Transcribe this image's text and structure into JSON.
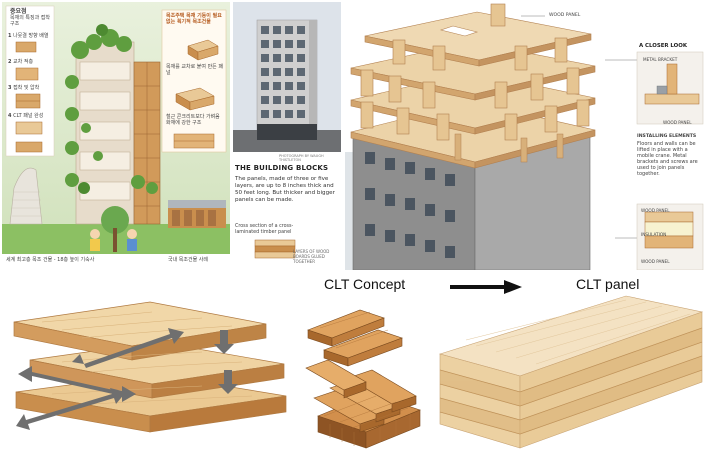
{
  "panels": {
    "korean_infographic": {
      "heading_title": "중요점",
      "heading_desc": "목재의 특징과 접착 구조",
      "steps": [
        {
          "num": "1",
          "label": "나뭇결 방향 배열"
        },
        {
          "num": "2",
          "label": "교차 적층"
        },
        {
          "num": "3",
          "label": "접착 및 압착"
        },
        {
          "num": "4",
          "label": "CLT 패널 완성"
        }
      ],
      "callout_title": "목조주택 목재 기둥이 필요 없는 획기적 목조건물",
      "callout_lines": [
        "목재를 교차로 붙여 만든 패널",
        "철근 콘크리트보다 가벼움",
        "화재에 강한 구조"
      ],
      "bottom_caption": "세계 최고층 목조 건물 - 18층 높이 기숙사",
      "bottom_caption_right": "국내 목조건물 사례"
    },
    "building_photo": {
      "photo_credit": "PHOTOGRAPH BY WAUGH THISTLETON",
      "heading": "THE BUILDING BLOCKS",
      "body": "The panels, made of three or five layers, are up to 8 inches thick and 50 feet long. But thicker and bigger panels can be made.",
      "cross_section_caption": "Cross section of a cross-laminated timber panel",
      "layers_label": "LAYERS OF WOOD BOARDS GLUED TOGETHER"
    },
    "exploded_building": {
      "wood_panel_label": "WOOD PANEL",
      "closer_look_heading": "A CLOSER LOOK",
      "metal_bracket_label": "METAL BRACKET",
      "wood_panel_label_2": "WOOD PANEL",
      "installing_heading": "INSTALLING ELEMENTS",
      "installing_body": "Floors and walls can be lifted in place with a mobile crane. Metal brackets and screws are used to join panels together.",
      "wood_panel_label_3": "WOOD PANEL",
      "insulation_label": "INSULATION",
      "wood_panel_label_4": "WOOD PANEL"
    }
  },
  "captions": {
    "concept": "CLT Concept",
    "panel": "CLT panel"
  },
  "colors": {
    "wood_light": "#e9c997",
    "wood_mid": "#d9a86a",
    "wood_dark": "#b97a3c",
    "wood_edge": "#a8682c",
    "arrow_gray": "#6f6f6f",
    "infographic_sky": "#dfe9cf",
    "grass_green": "#6aa84f",
    "concrete": "#8e8e8e",
    "black": "#111111"
  },
  "icons": {
    "arrow": "right-arrow-icon"
  }
}
